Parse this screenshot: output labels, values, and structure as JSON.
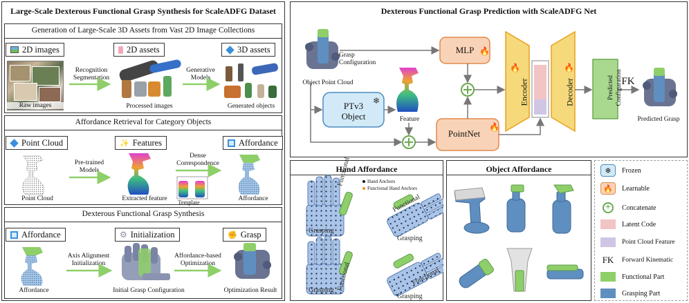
{
  "left_panel": {
    "title": "Large-Scale Dexterous Functional Grasp Synthesis for ScaleADFG Dataset",
    "sec1": {
      "title": "Generation of Large-Scale 3D Assets from Vast 2D Image Collections",
      "h_images": "2D images",
      "h_assets2d": "2D assets",
      "h_assets3d": "3D assets",
      "arrow1": [
        "Recognition",
        "Segmentation"
      ],
      "arrow2": [
        "Generative",
        "Models"
      ],
      "cap_raw": "Raw images",
      "cap_processed": "Processed images",
      "cap_generated": "Generated objects"
    },
    "sec2": {
      "title": "Affordance Retrieval for Category Objects",
      "h_pc": "Point Cloud",
      "h_features": "Features",
      "h_affordance": "Affordance",
      "arrow1": [
        "Pre-trained",
        "Models"
      ],
      "arrow2": [
        "Dense",
        "Correspondence"
      ],
      "cap_pc": "Point Cloud",
      "cap_feat": "Extracted feature",
      "cap_template": "Template",
      "cap_aff": "Affordance"
    },
    "sec3": {
      "title": "Dexterous Functional Grasp Synthesis",
      "h_affordance": "Affordance",
      "h_init": "Initialization",
      "h_grasp": "Grasp",
      "arrow1": [
        "Axis Alignment",
        "Initialization"
      ],
      "arrow2": [
        "Affordance-based",
        "Optimization"
      ],
      "cap_aff": "Affordance",
      "cap_init": "Initial Grasp Configuration",
      "cap_opt": "Optimization Result"
    }
  },
  "right_panel": {
    "title": "Dexterous Functional Grasp Prediction with ScaleADFG Net",
    "grasp_config": [
      "Grasp",
      "Configuration"
    ],
    "object_pc": "Object Point Cloud",
    "mlp": "MLP",
    "ptv3": [
      "PTv3",
      "Object"
    ],
    "feature": "Feature",
    "pointnet": "PointNet",
    "encoder": "Encoder",
    "decoder": "Decoder",
    "predicted_config": [
      "Predicted",
      "Configuration"
    ],
    "fk": "FK",
    "predicted_grasp": "Predicted Grasp"
  },
  "hand_affordance": {
    "title": "Hand Affordance",
    "legend_hand": "Hand Anchors",
    "legend_func": "Functional Hand Anchors",
    "functional": "Functional",
    "grasping": "Grasping"
  },
  "object_affordance": {
    "title": "Object Affordance"
  },
  "legend": {
    "frozen": "Frozen",
    "learnable": "Learnable",
    "concatenate": "Concatenate",
    "latent": "Latent Code",
    "pcfeature": "Point Cloud Feature",
    "fk_symbol": "FK",
    "fk": "Forward Kinematic",
    "functional": "Functional Part",
    "grasping": "Grasping Part"
  },
  "colors": {
    "functional": "#8fcf6a",
    "grasping": "#5f8fc0",
    "latent": "#f2c4c4",
    "pcfeature": "#cfc6e6",
    "mlp": "#f9d3b8",
    "ptv3": "#d2e9f7",
    "encoder": "#f5d97a",
    "predicted": "#a9d98f"
  }
}
